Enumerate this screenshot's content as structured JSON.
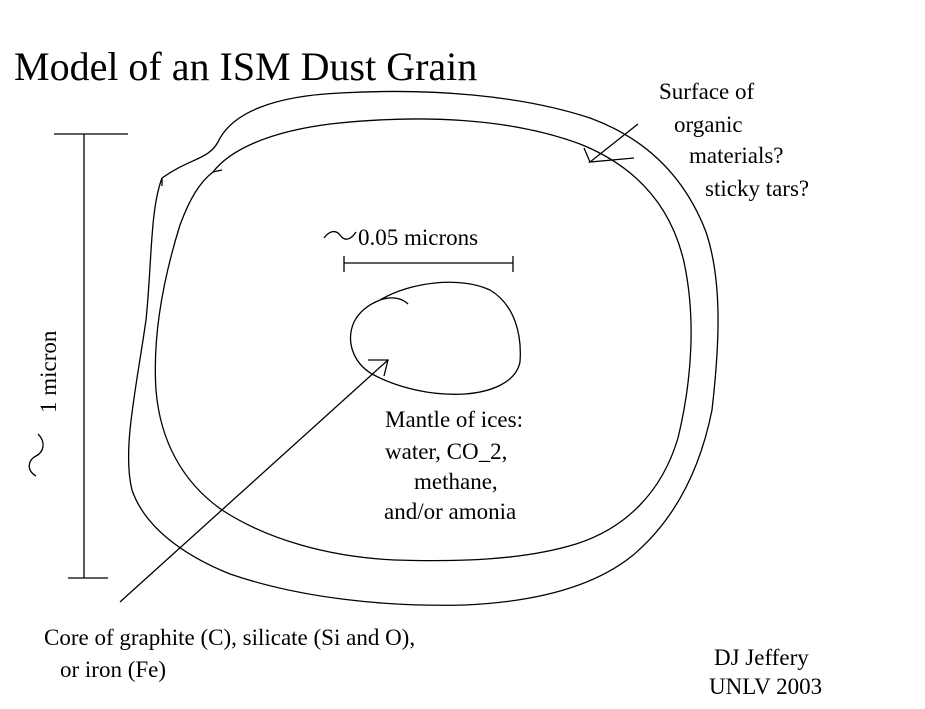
{
  "title": "Model of an ISM Dust Grain",
  "surface_label": [
    "Surface of",
    "organic",
    "materials?",
    "sticky tars?"
  ],
  "core_scale": {
    "tilde": "~",
    "value": "0.05 microns"
  },
  "grain_scale": {
    "tilde": "~",
    "value": "1 micron"
  },
  "mantle_label": [
    "Mantle of ices:",
    "water, CO_2,",
    "methane,",
    "and/or amonia"
  ],
  "core_label": [
    "Core of graphite (C), silicate (Si and O),",
    "or iron (Fe)"
  ],
  "credit": [
    "DJ Jeffery",
    "UNLV 2003"
  ],
  "colors": {
    "ink": "#000000",
    "background": "#ffffff"
  }
}
